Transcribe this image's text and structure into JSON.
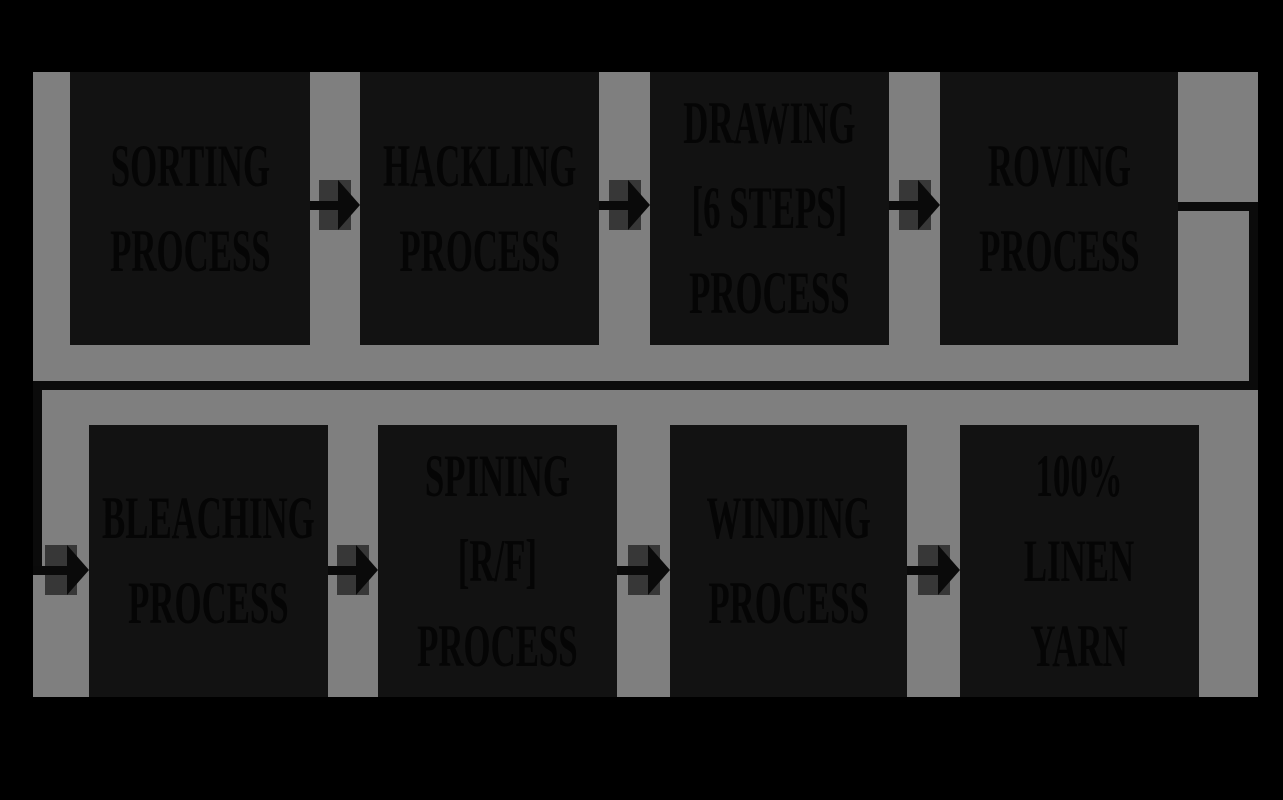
{
  "diagram": {
    "type": "process-flowchart",
    "colors": {
      "page_background": "#000000",
      "panel_background": "#7f7f7f",
      "box_fill": "#121212",
      "box_text": "#050505",
      "arrow": "#0a0a0a",
      "arrow_shadow": "#373737",
      "connector_line": "#0b0b0b"
    },
    "boxes": [
      {
        "id": "sorting",
        "lines": [
          "SORTING",
          "PROCESS"
        ]
      },
      {
        "id": "hackling",
        "lines": [
          "HACKLING",
          "PROCESS"
        ]
      },
      {
        "id": "drawing",
        "lines": [
          "DRAWING",
          "[6 STEPS]",
          "PROCESS"
        ]
      },
      {
        "id": "roving",
        "lines": [
          "ROVING",
          "PROCESS"
        ]
      },
      {
        "id": "bleaching",
        "lines": [
          "BLEACHING",
          "PROCESS"
        ]
      },
      {
        "id": "spining",
        "lines": [
          "SPINING",
          "[R/F]",
          "PROCESS"
        ]
      },
      {
        "id": "winding",
        "lines": [
          "WINDING",
          "PROCESS"
        ]
      },
      {
        "id": "linen-yarn",
        "lines": [
          "100%",
          "LINEN",
          "YARN"
        ]
      }
    ],
    "edges": [
      {
        "from": "sorting",
        "to": "hackling",
        "style": "straight-arrow"
      },
      {
        "from": "hackling",
        "to": "drawing",
        "style": "straight-arrow"
      },
      {
        "from": "drawing",
        "to": "roving",
        "style": "straight-arrow"
      },
      {
        "from": "roving",
        "to": "bleaching",
        "style": "elbow-wrap-around-rows"
      },
      {
        "from": "bleaching",
        "to": "spining",
        "style": "straight-arrow"
      },
      {
        "from": "spining",
        "to": "winding",
        "style": "straight-arrow"
      },
      {
        "from": "winding",
        "to": "linen-yarn",
        "style": "straight-arrow"
      }
    ]
  }
}
